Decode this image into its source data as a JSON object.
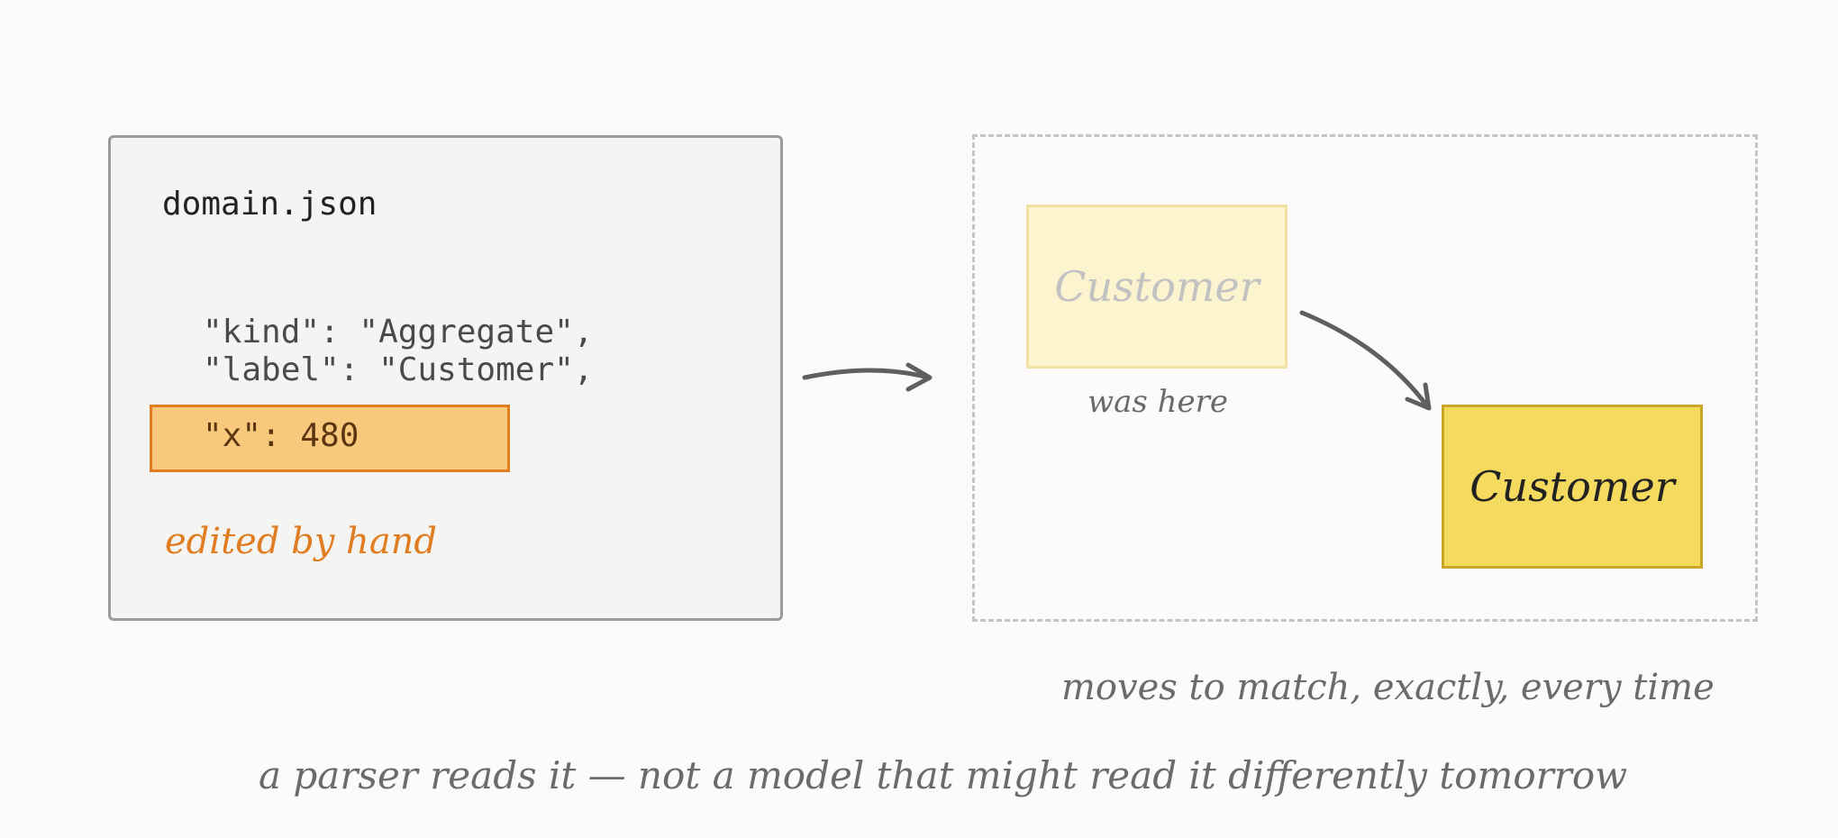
{
  "left_panel": {
    "filename": "domain.json",
    "code_lines": [
      "\"kind\": \"Aggregate\",",
      "\"label\": \"Customer\","
    ],
    "highlighted_line": "\"x\": 480",
    "note": "edited by hand"
  },
  "right_panel": {
    "ghost_label": "Customer",
    "ghost_note": "was here",
    "entity_label": "Customer",
    "note": "moves to match, exactly, every time"
  },
  "caption": "a parser reads it — not a model that might read it differently tomorrow",
  "colors": {
    "background": "#fcfbf9",
    "panel_fill": "#f4f4f3",
    "panel_border": "#9b9b9b",
    "highlight_fill": "#f8c97c",
    "highlight_border": "#e07d20",
    "ghost_fill": "#fcf3cf",
    "entity_fill": "#f4da5e",
    "entity_border": "#c9a625",
    "arrow": "#5f5f5f"
  },
  "icons": [
    "arrow-right-icon",
    "arrow-move-icon"
  ]
}
